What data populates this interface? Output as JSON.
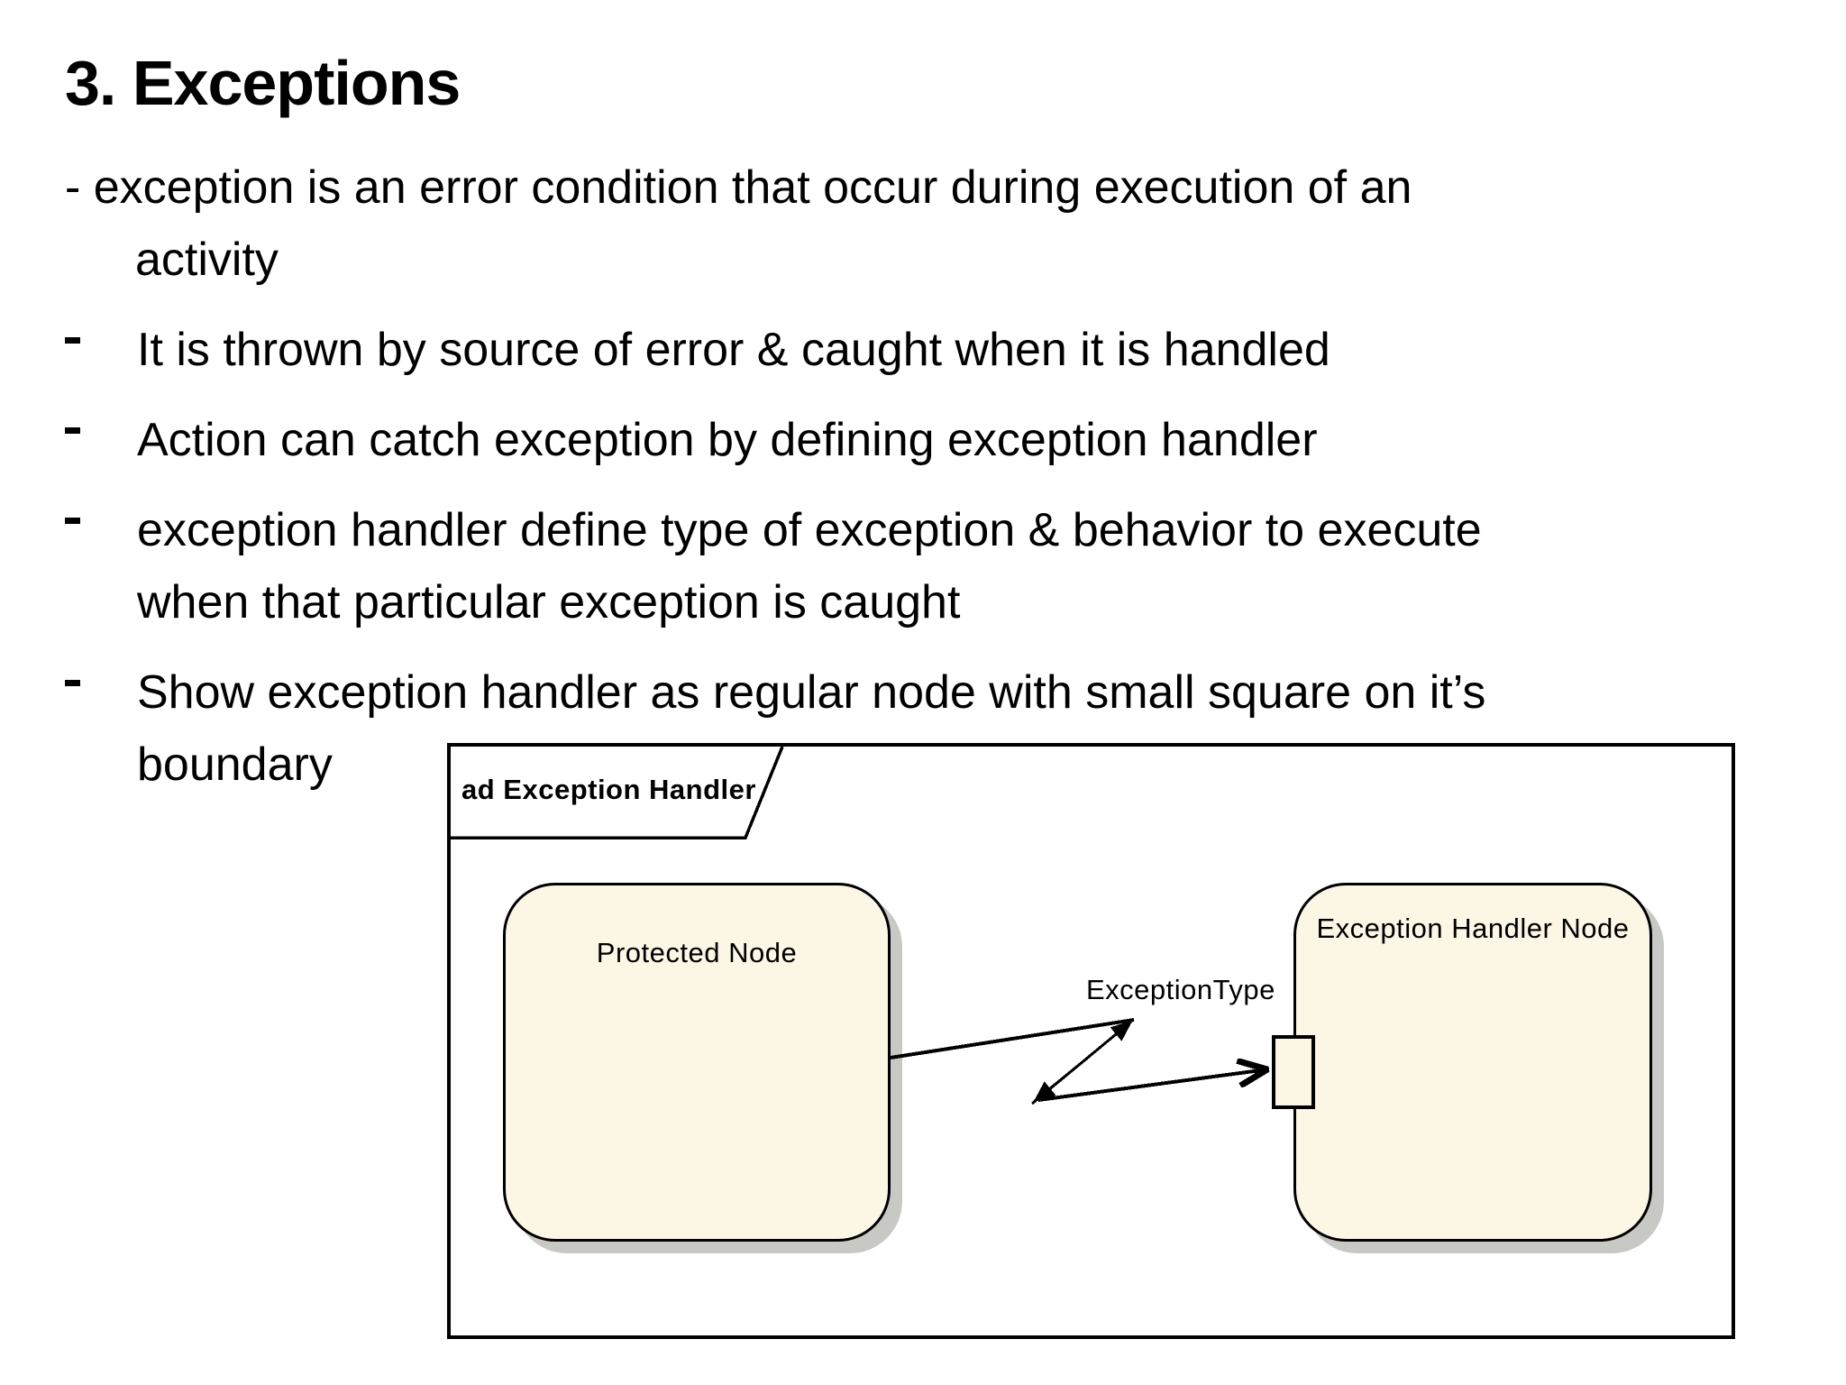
{
  "title": "3. Exceptions",
  "bullets": [
    {
      "lines": [
        "- exception is an error condition that occur during execution of an",
        "activity"
      ]
    },
    {
      "lines": [
        "It is thrown by source of error & caught when it is handled"
      ]
    },
    {
      "lines": [
        "Action can catch exception by defining exception handler"
      ]
    },
    {
      "lines": [
        "exception handler define type of exception & behavior to execute",
        "when that particular exception is caught"
      ]
    },
    {
      "lines": [
        "Show exception handler as regular node with small square on it’s",
        "boundary"
      ]
    }
  ],
  "diagram": {
    "frame_label": "ad Exception Handler",
    "protected_node_label": "Protected Node",
    "handler_node_label": "Exception Handler Node",
    "edge_label": "ExceptionType",
    "colors": {
      "node_fill": "#fcf7e5",
      "node_border": "#000000",
      "node_shadow": "#c8c8c4",
      "frame_border": "#000000",
      "background": "#ffffff",
      "text": "#000000"
    }
  }
}
